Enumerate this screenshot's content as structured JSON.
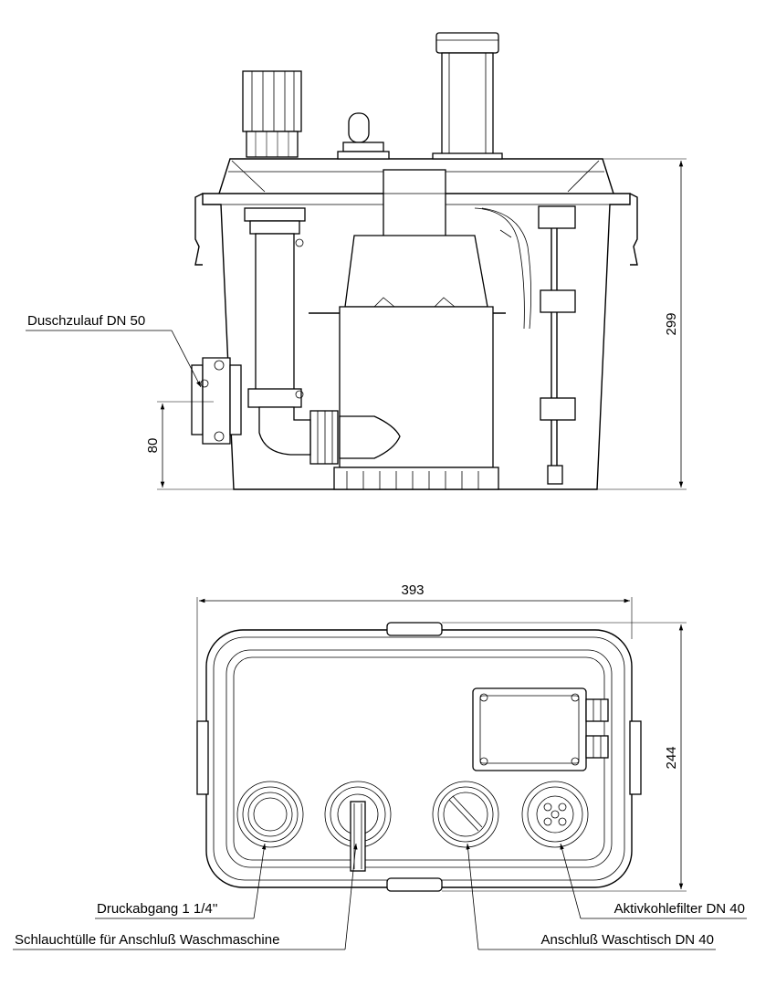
{
  "callouts": {
    "shower_inlet": "Duschzulauf DN 50",
    "pressure_outlet": "Druckabgang 1 1/4''",
    "hose_nozzle": "Schlauchtülle für Anschluß Waschmaschine",
    "carbon_filter": "Aktivkohlefilter DN 40",
    "washbasin_connection": "Anschluß Waschtisch DN 40"
  },
  "dimensions": {
    "height": "299",
    "inlet_height": "80",
    "width": "393",
    "depth": "244"
  }
}
